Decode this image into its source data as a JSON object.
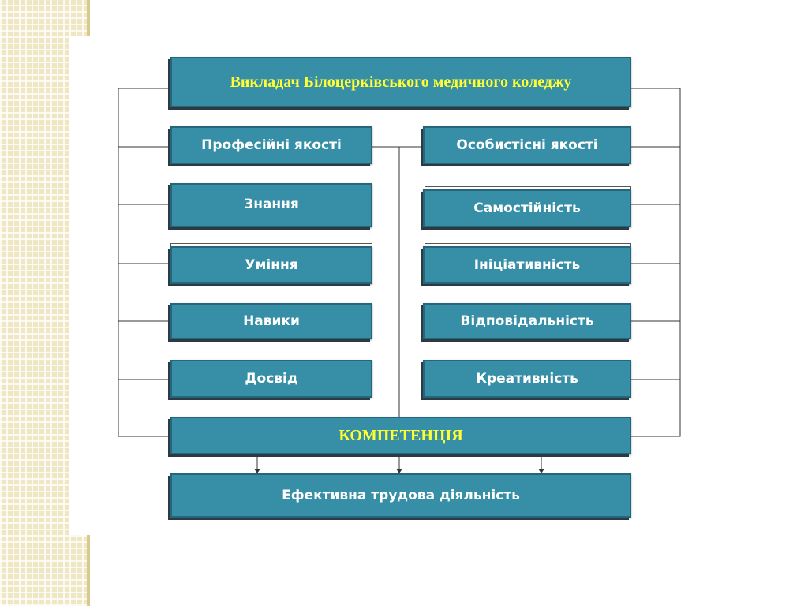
{
  "diagram": {
    "title": "Викладач Білоцерківського медичного коледжу",
    "left_header": "Професійні якості",
    "right_header": "Особистісні якості",
    "left_items": [
      "Знання",
      "Уміння",
      "Навики",
      "Досвід"
    ],
    "right_items": [
      "Самостійність",
      "Ініціативність",
      "Відповідальність",
      "Креативність"
    ],
    "competence": "КОМПЕТЕНЦІЯ",
    "result": "Ефективна трудова діяльність"
  },
  "colors": {
    "box_fill": "#368fa6",
    "box_border": "#25667a",
    "title_text": "#ffff33",
    "box_text": "#ffffff",
    "connector": "#333333",
    "background_stripe": "#efe6c4"
  }
}
